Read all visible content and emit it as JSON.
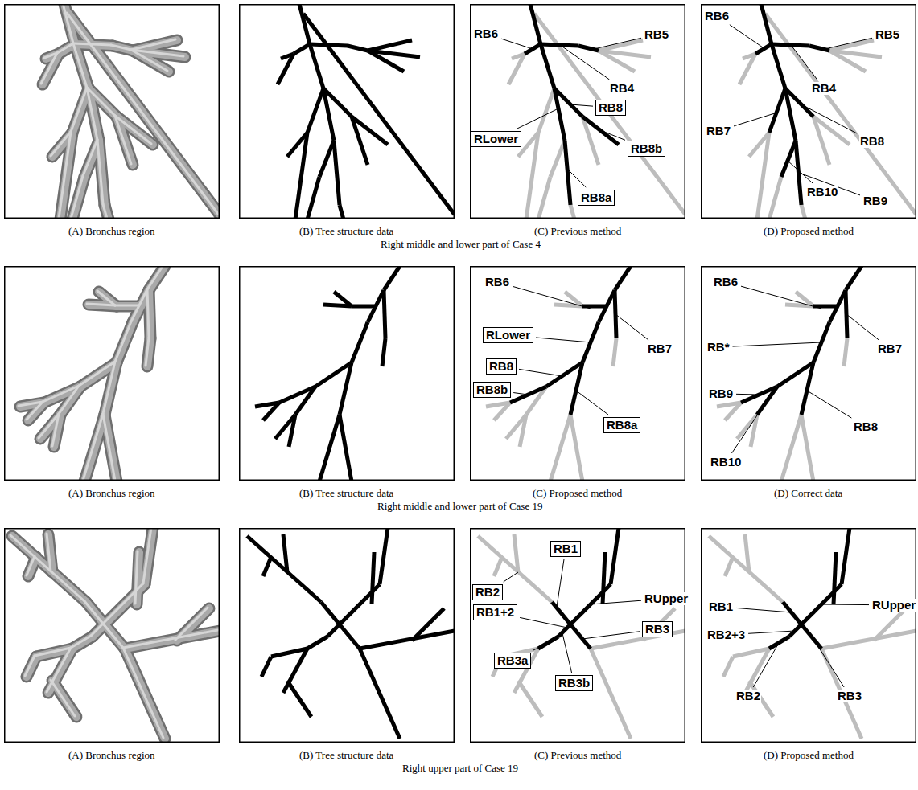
{
  "diagram": {
    "nodes": [
      {
        "text": [
          "RB8"
        ]
      },
      {
        "text": [
          "RLower"
        ]
      },
      {
        "text": [
          "RB8b"
        ]
      },
      {
        "text": [
          "RB8a"
        ]
      },
      {
        "text": [
          "RLower"
        ]
      },
      {
        "text": [
          "RB8"
        ]
      },
      {
        "text": [
          "RB8b"
        ]
      },
      {
        "text": [
          "RB8a"
        ]
      },
      {
        "text": [
          "RB1"
        ]
      },
      {
        "text": [
          "RB2"
        ]
      },
      {
        "text": [
          "RB1+2"
        ]
      },
      {
        "text": [
          "RB3"
        ]
      },
      {
        "text": [
          "RB3a"
        ]
      },
      {
        "text": [
          "RB3b"
        ]
      }
    ],
    "labels": [
      "RB6",
      "RB5",
      "RB4",
      "RB6",
      "RB5",
      "RB4",
      "RB7",
      "RB8",
      "RB10",
      "RB9",
      "(A) Bronchus region",
      "(B) Tree structure data",
      "(C) Previous method",
      "(D) Proposed method",
      "Right middle and lower part of Case 4",
      "RB6",
      "RB7",
      "RB6",
      "RB*",
      "RB7",
      "RB9",
      "RB8",
      "RB10",
      "(A) Bronchus region",
      "(B) Tree structure data",
      "(C) Proposed method",
      "(D) Correct data",
      "Right middle and lower part of Case 19",
      "RUpper",
      "RB1",
      "RUpper",
      "RB2+3",
      "RB2",
      "RB3",
      "(A) Bronchus region",
      "(B) Tree structure data",
      "(C) Previous method",
      "(D) Proposed method",
      "Right upper part of Case 19"
    ]
  }
}
